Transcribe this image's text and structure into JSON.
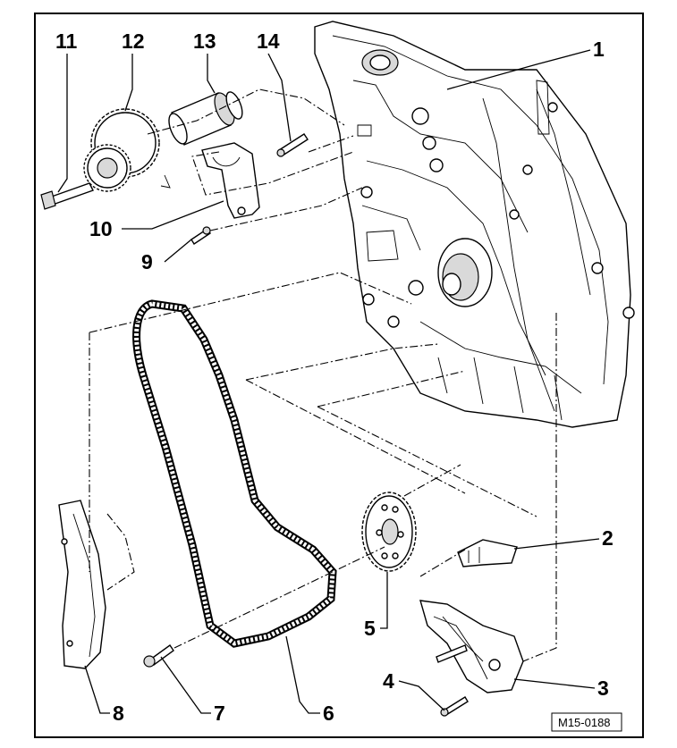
{
  "diagram": {
    "reference_code": "M15-0188",
    "callouts": [
      {
        "id": "1",
        "label": "1"
      },
      {
        "id": "2",
        "label": "2"
      },
      {
        "id": "3",
        "label": "3"
      },
      {
        "id": "4",
        "label": "4"
      },
      {
        "id": "5",
        "label": "5"
      },
      {
        "id": "6",
        "label": "6"
      },
      {
        "id": "7",
        "label": "7"
      },
      {
        "id": "8",
        "label": "8"
      },
      {
        "id": "9",
        "label": "9"
      },
      {
        "id": "10",
        "label": "10"
      },
      {
        "id": "11",
        "label": "11"
      },
      {
        "id": "12",
        "label": "12"
      },
      {
        "id": "13",
        "label": "13"
      },
      {
        "id": "14",
        "label": "14"
      }
    ]
  }
}
